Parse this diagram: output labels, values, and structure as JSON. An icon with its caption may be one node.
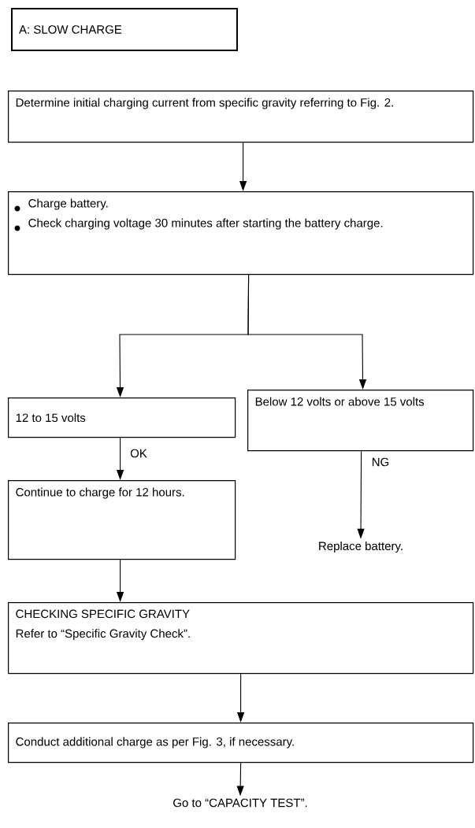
{
  "diagram": {
    "nodes": [
      {
        "text": [
          "A: SLOW CHARGE"
        ]
      },
      {
        "text": [
          "Determine initial charging current from specific gravity referring to Fig. 2."
        ]
      },
      {
        "text": [
          "Charge battery.",
          "Check charging voltage 30 minutes after starting the battery charge."
        ]
      },
      {
        "text": [
          "12 to 15 volts"
        ]
      },
      {
        "text": [
          "Below 12 volts or above 15 volts"
        ]
      },
      {
        "text": [
          "Continue to charge for 12 hours."
        ]
      },
      {
        "text": [
          "Replace battery."
        ]
      },
      {
        "text": [
          "CHECKING SPECIFIC GRAVITY",
          "Refer to “Specific Gravity Check”."
        ]
      },
      {
        "text": [
          "Conduct additional charge as per Fig. 3, if necessary."
        ]
      },
      {
        "text": [
          "Go to “CAPACITY TEST”."
        ]
      }
    ],
    "edges": [
      {
        "from": 1,
        "to": 2,
        "arrow": "to"
      },
      {
        "from": 2,
        "to": 3,
        "arrow": "to"
      },
      {
        "from": 2,
        "to": 4,
        "arrow": "to"
      },
      {
        "from": 3,
        "to": 5,
        "arrow": "to",
        "label": "OK"
      },
      {
        "from": 4,
        "to": 6,
        "arrow": "to",
        "label": "NG"
      },
      {
        "from": 5,
        "to": 7,
        "arrow": "to"
      },
      {
        "from": 7,
        "to": 8,
        "arrow": "to"
      },
      {
        "from": 8,
        "to": 9,
        "arrow": "to"
      }
    ]
  }
}
